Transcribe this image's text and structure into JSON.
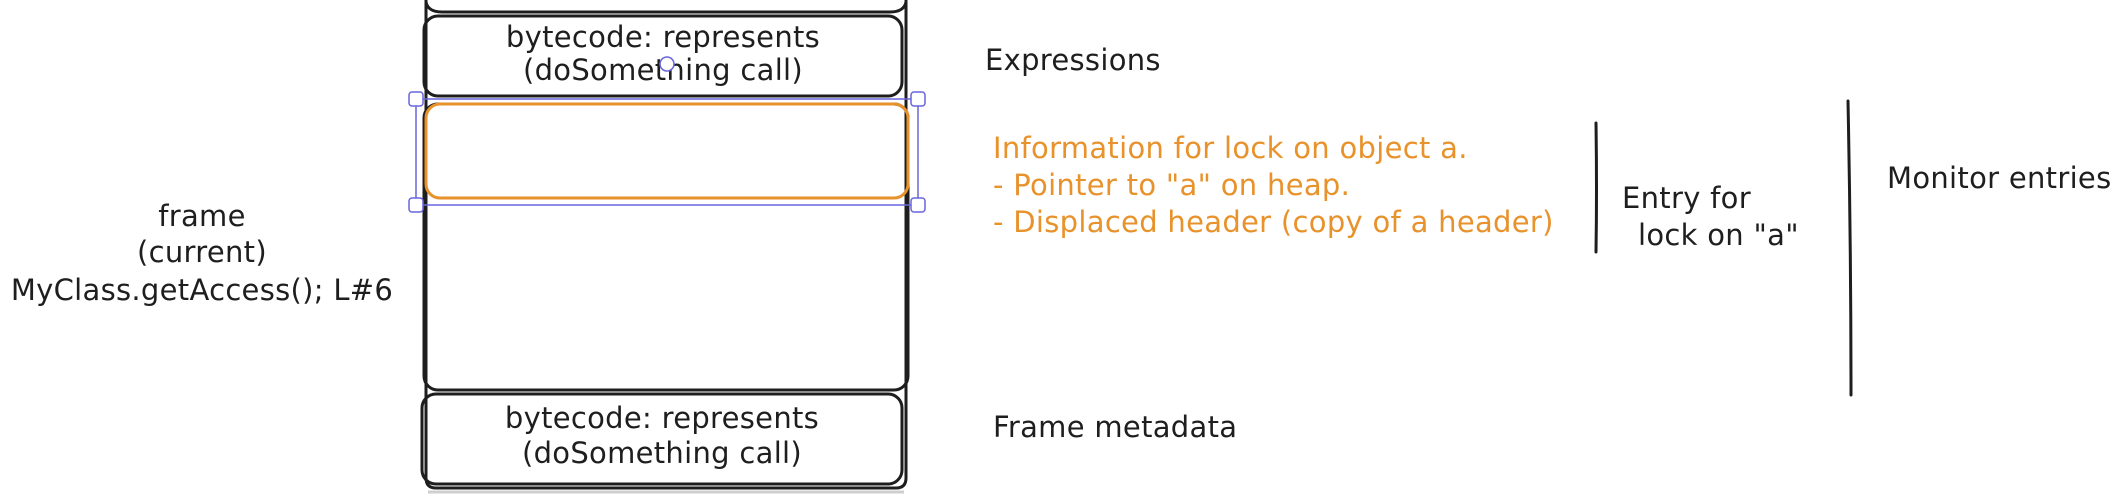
{
  "frame_label": [
    "frame",
    "(current)",
    "MyClass.getAccess(); L#6"
  ],
  "top_block": [
    "bytecode: represents",
    "(doSomething call)"
  ],
  "bottom_block": [
    "bytecode: represents",
    "(doSomething call)"
  ],
  "expressions_label": "Expressions",
  "lock_info": [
    "Information for lock on object a.",
    "- Pointer to \"a\" on heap.",
    "- Displaced header (copy of a header)"
  ],
  "entry_label": [
    "Entry for",
    "lock on \"a\""
  ],
  "monitor_label": "Monitor entries",
  "frame_metadata_label": "Frame metadata",
  "colors": {
    "ink": "#1e1e1e",
    "highlight": "#e8922c",
    "selection": "#6965db"
  }
}
